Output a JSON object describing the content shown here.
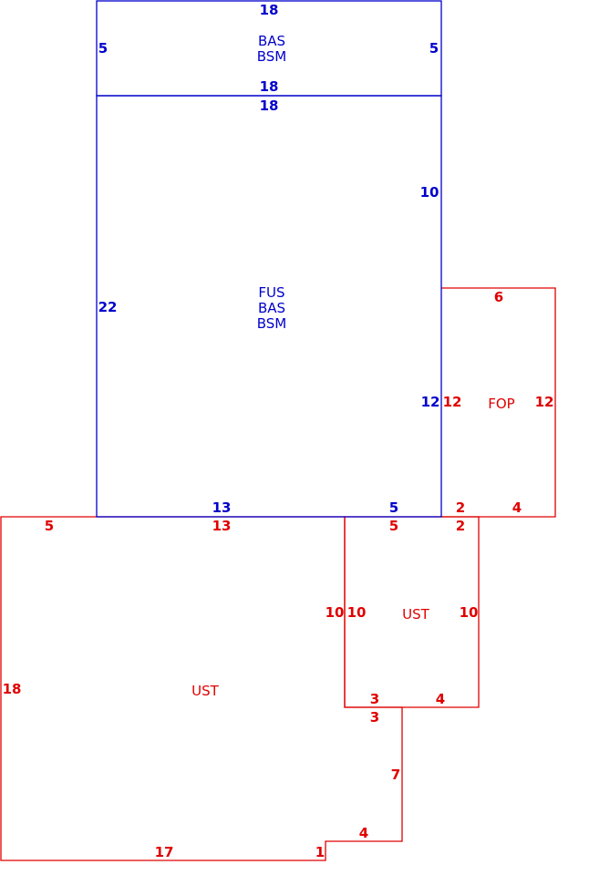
{
  "colors": {
    "main": "#0000cc",
    "addition": "#e00000",
    "background": "#ffffff"
  },
  "areas": {
    "bas_bsm": {
      "line1": "BAS",
      "line2": "BSM"
    },
    "fus_bas_bsm": {
      "line1": "FUS",
      "line2": "BAS",
      "line3": "BSM"
    },
    "fop": {
      "label": "FOP"
    },
    "ust_small": {
      "label": "UST"
    },
    "ust_large": {
      "label": "UST"
    }
  },
  "dims": {
    "bas_top": "18",
    "bas_left": "5",
    "bas_right": "5",
    "bas_bottom": "18",
    "fus_top": "18",
    "fus_right_upper": "10",
    "fus_left": "22",
    "fus_right_lower": "12",
    "fus_bottom_left": "13",
    "fus_bottom_right": "5",
    "fop_top": "6",
    "fop_left": "12",
    "fop_right": "12",
    "fop_bottom_left": "2",
    "fop_bottom_right": "4",
    "ust_large_top_left": "5",
    "ust_large_top_mid": "13",
    "ust_large_left": "18",
    "ust_large_bottom": "17",
    "ust_large_step": "1",
    "ust_large_step_top": "4",
    "ust_large_right_lower": "7",
    "ust_large_notch": "3",
    "ust_large_inner_right": "10",
    "ust_small_top_left": "5",
    "ust_small_top_right": "2",
    "ust_small_left": "10",
    "ust_small_right": "10",
    "ust_small_bottom_left": "3",
    "ust_small_bottom_right": "4"
  }
}
